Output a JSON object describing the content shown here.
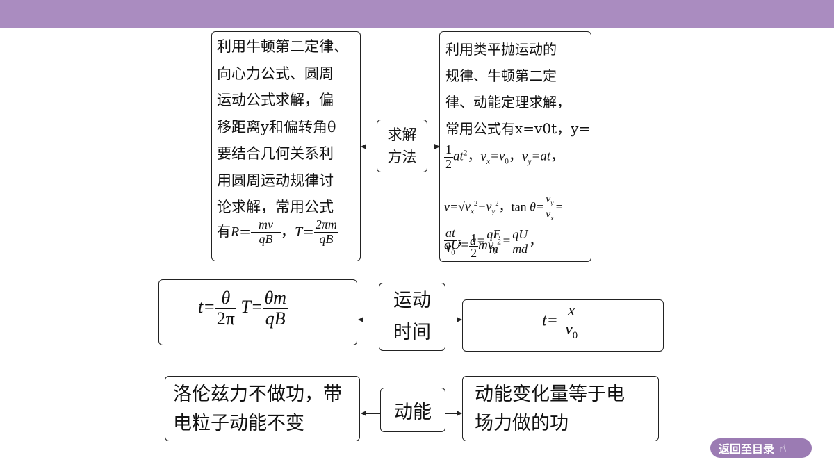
{
  "top": {
    "left_box_lines": [
      "利用牛顿第二定律、",
      "向心力公式、圆周",
      "运动公式求解，偏",
      "移距离y和偏转角θ",
      "要结合几何关系利",
      "用圆周运动规律讨",
      "论求解，常用公式"
    ],
    "left_formula_prefix": "有",
    "center_label_line1": "求解",
    "center_label_line2": "方法",
    "right_box_lines": [
      "利用类平抛运动的",
      "规律、牛顿第二定",
      "律、动能定理求解，",
      "常用公式有x=v0t，y="
    ]
  },
  "middle": {
    "label_line1": "运动",
    "label_line2": "时间"
  },
  "bottom": {
    "left_line1": "洛伦兹力不做功，带",
    "left_line2": "电粒子动能不变",
    "label": "动能",
    "right_line1": "动能变化量等于电",
    "right_line2": "场力做的功"
  },
  "nav": {
    "back_label": "返回至目录"
  },
  "colors": {
    "topbar": "#aa8cc0",
    "button": "#9b7bb3"
  }
}
